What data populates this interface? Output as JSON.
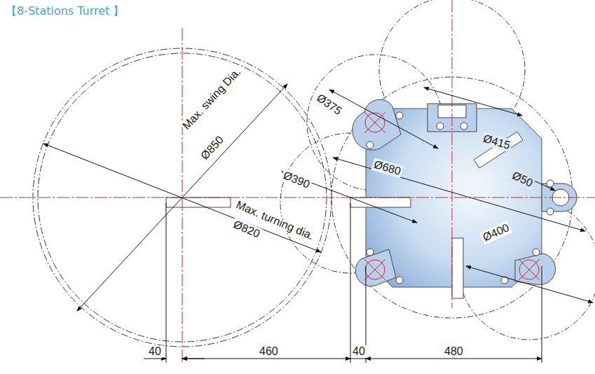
{
  "diagram": {
    "title": "【8-Stations Turret 】",
    "labels": [
      "Ø375",
      "Ø415",
      "Ø680",
      "Ø390",
      "Ø50",
      "Ø400",
      "Max. swing Dia.",
      "Ø850",
      "Max. turning dia.",
      "Ø820",
      "40",
      "460",
      "40",
      "480"
    ]
  }
}
